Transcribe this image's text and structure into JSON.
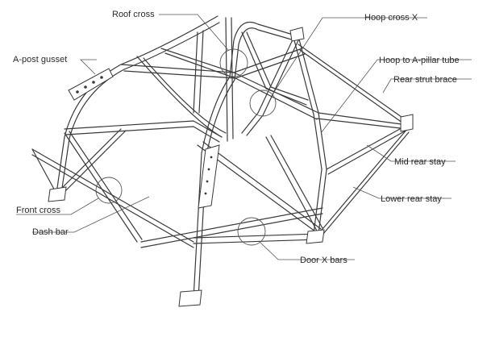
{
  "diagram": {
    "labels": {
      "roof_cross": "Roof cross",
      "hoop_cross_x": "Hoop cross X",
      "a_post_gusset": "A-post gusset",
      "hoop_to_a_pillar": "Hoop to A-pillar tube",
      "rear_strut_brace": "Rear strut brace",
      "mid_rear_stay": "Mid rear stay",
      "lower_rear_stay": "Lower rear stay",
      "front_cross": "Front cross",
      "dash_bar": "Dash bar",
      "door_x_bars": "Door X bars"
    },
    "line_color": "#3a3a3a"
  }
}
